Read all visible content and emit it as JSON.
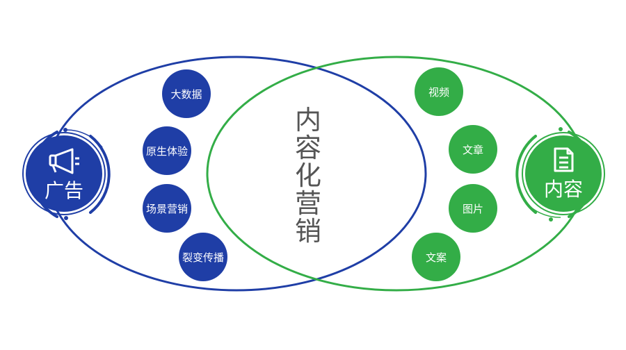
{
  "center_title": [
    "内",
    "容",
    "化",
    "营",
    "销"
  ],
  "left_hub": {
    "label": "广告",
    "icon": "megaphone-icon"
  },
  "right_hub": {
    "label": "内容",
    "icon": "document-icon"
  },
  "left_items": [
    "大数据",
    "原生体验",
    "场景营销",
    "裂变传播"
  ],
  "right_items": [
    "视频",
    "文章",
    "图片",
    "文案"
  ],
  "colors": {
    "blue": "#1f3ea6",
    "green": "#33ad47",
    "title": "#555555",
    "white": "#ffffff"
  }
}
